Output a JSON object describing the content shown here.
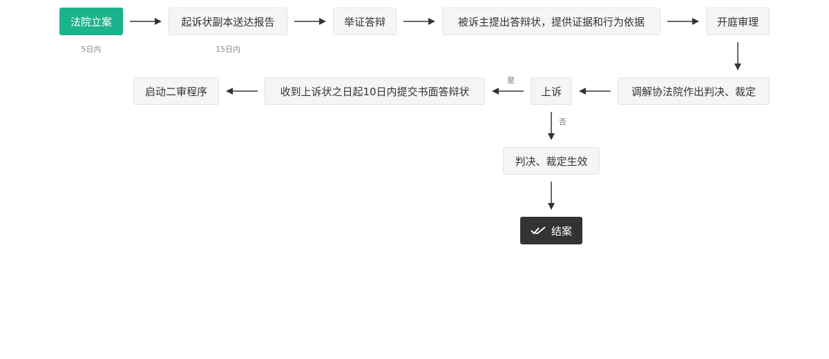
{
  "nodes": {
    "filing": "法院立案",
    "serve_copy": "起诉状副本送达报告",
    "evidence": "举证答辩",
    "defendant_answer": "被诉主提出答辩状，提供证据和行为依据",
    "trial": "开庭审理",
    "mediation": "调解协法院作出判决、裁定",
    "appeal": "上诉",
    "submit_answer": "收到上诉状之日起10日内提交书面答辩状",
    "second_instance": "启动二审程序",
    "effective": "判决、裁定生效",
    "closed": "结案"
  },
  "notes": {
    "filing_deadline": "5日内",
    "serve_deadline": "15日内"
  },
  "branches": {
    "yes": "是",
    "no": "否"
  },
  "colors": {
    "start": "#1bb38b",
    "end": "#333333",
    "node_bg": "#f5f5f5",
    "arrow": "#333333"
  },
  "icons": {
    "closed": "double-check-icon"
  }
}
